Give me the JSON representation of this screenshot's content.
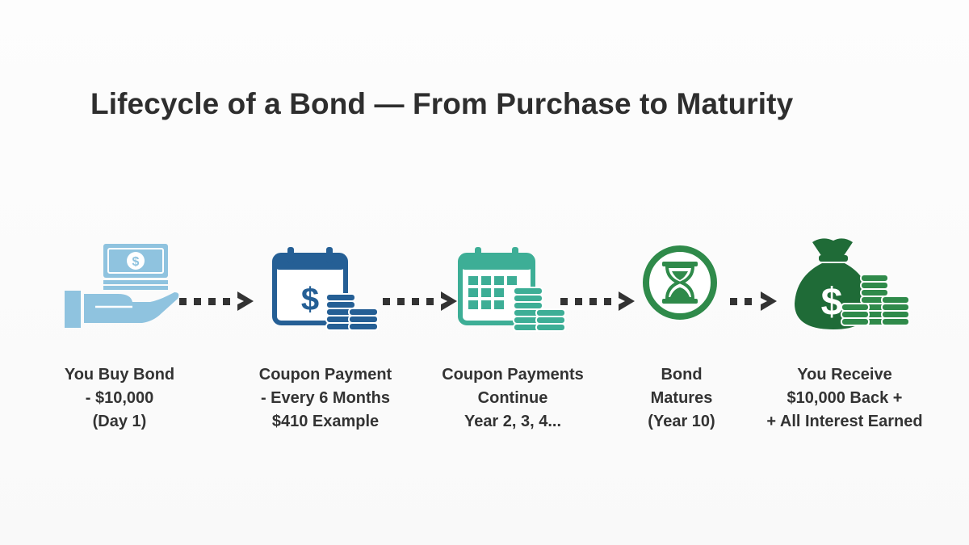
{
  "title": "Lifecycle of a Bond — From Purchase to Maturity",
  "colors": {
    "light_blue": "#8fc3df",
    "dark_blue": "#255f95",
    "teal": "#3dae96",
    "green": "#2f8a4a",
    "dark_green": "#1f6b37",
    "arrow": "#333333",
    "text": "#333333"
  },
  "steps": [
    {
      "icon": "hand-holding-cash-icon",
      "lines": [
        "You Buy Bond",
        "- $10,000",
        "(Day 1)"
      ]
    },
    {
      "icon": "calendar-dollar-coins-icon",
      "lines": [
        "Coupon Payment",
        "- Every 6 Months",
        "$410 Example"
      ]
    },
    {
      "icon": "calendar-grid-coins-icon",
      "lines": [
        "Coupon Payments",
        "Continue",
        "Year 2, 3, 4..."
      ]
    },
    {
      "icon": "hourglass-icon",
      "lines": [
        "Bond",
        "Matures",
        "(Year 10)"
      ]
    },
    {
      "icon": "money-bag-coins-icon",
      "lines": [
        "You Receive",
        "$10,000 Back +",
        "+ All Interest Earned"
      ]
    }
  ]
}
